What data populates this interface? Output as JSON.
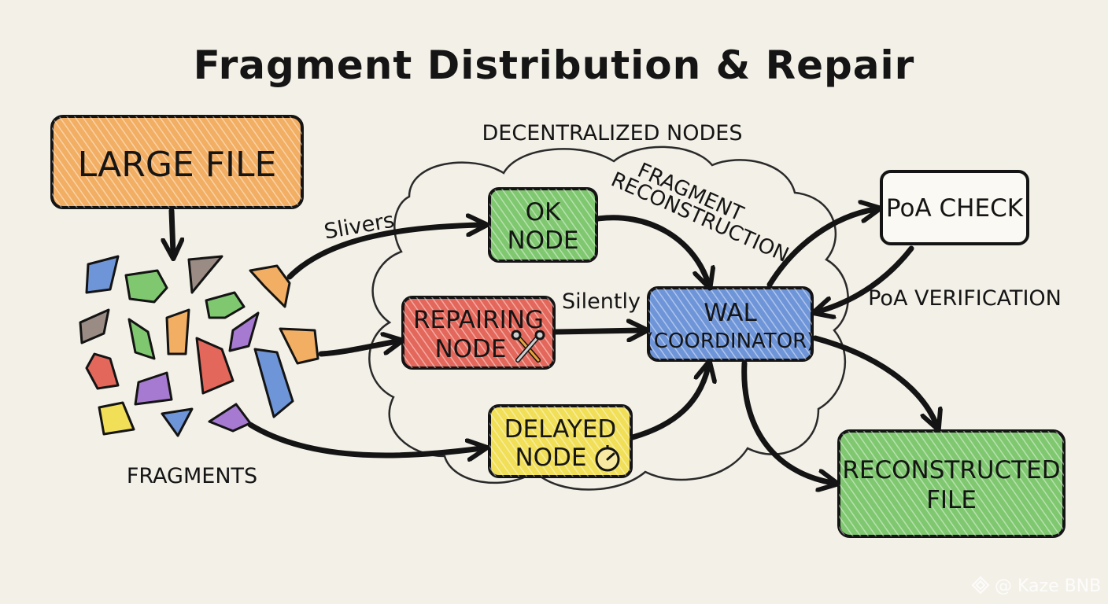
{
  "title": "Fragment Distribution & Repair",
  "labels": {
    "decentralized_nodes": "DECENTRALIZED NODES",
    "fragments": "FRAGMENTS",
    "slivers": "Slivers",
    "silently": "Silently",
    "fragment_reconstruction_line1": "FRAGMENT",
    "fragment_reconstruction_line2": "RECONSTRUCTION",
    "poa_verification": "PoA VERIFICATION"
  },
  "boxes": {
    "large_file": "LARGE FILE",
    "ok_node": [
      "OK",
      "NODE"
    ],
    "repairing_node": [
      "REPAIRING",
      "NODE"
    ],
    "delayed_node": [
      "DELAYED",
      "NODE"
    ],
    "wal": [
      "WAL",
      "(COORDINATOR)"
    ],
    "poa_check": "PoA CHECK",
    "reconstructed_file": [
      "RECONSTRUCTED",
      "FILE"
    ]
  },
  "icons": {
    "repairing": "tools-icon",
    "delayed": "stopwatch-icon",
    "watermark": "brand-diamond-icon"
  },
  "colors": {
    "orange": "#f2ae63",
    "green": "#7fc870",
    "red": "#e4675b",
    "yellow": "#f1df57",
    "blue": "#6f95d9",
    "purple": "#a77ad1",
    "gray": "#9a8c84",
    "stroke": "#141414",
    "paper": "#f3f0e7"
  },
  "watermark": "@ Kaze BNB"
}
